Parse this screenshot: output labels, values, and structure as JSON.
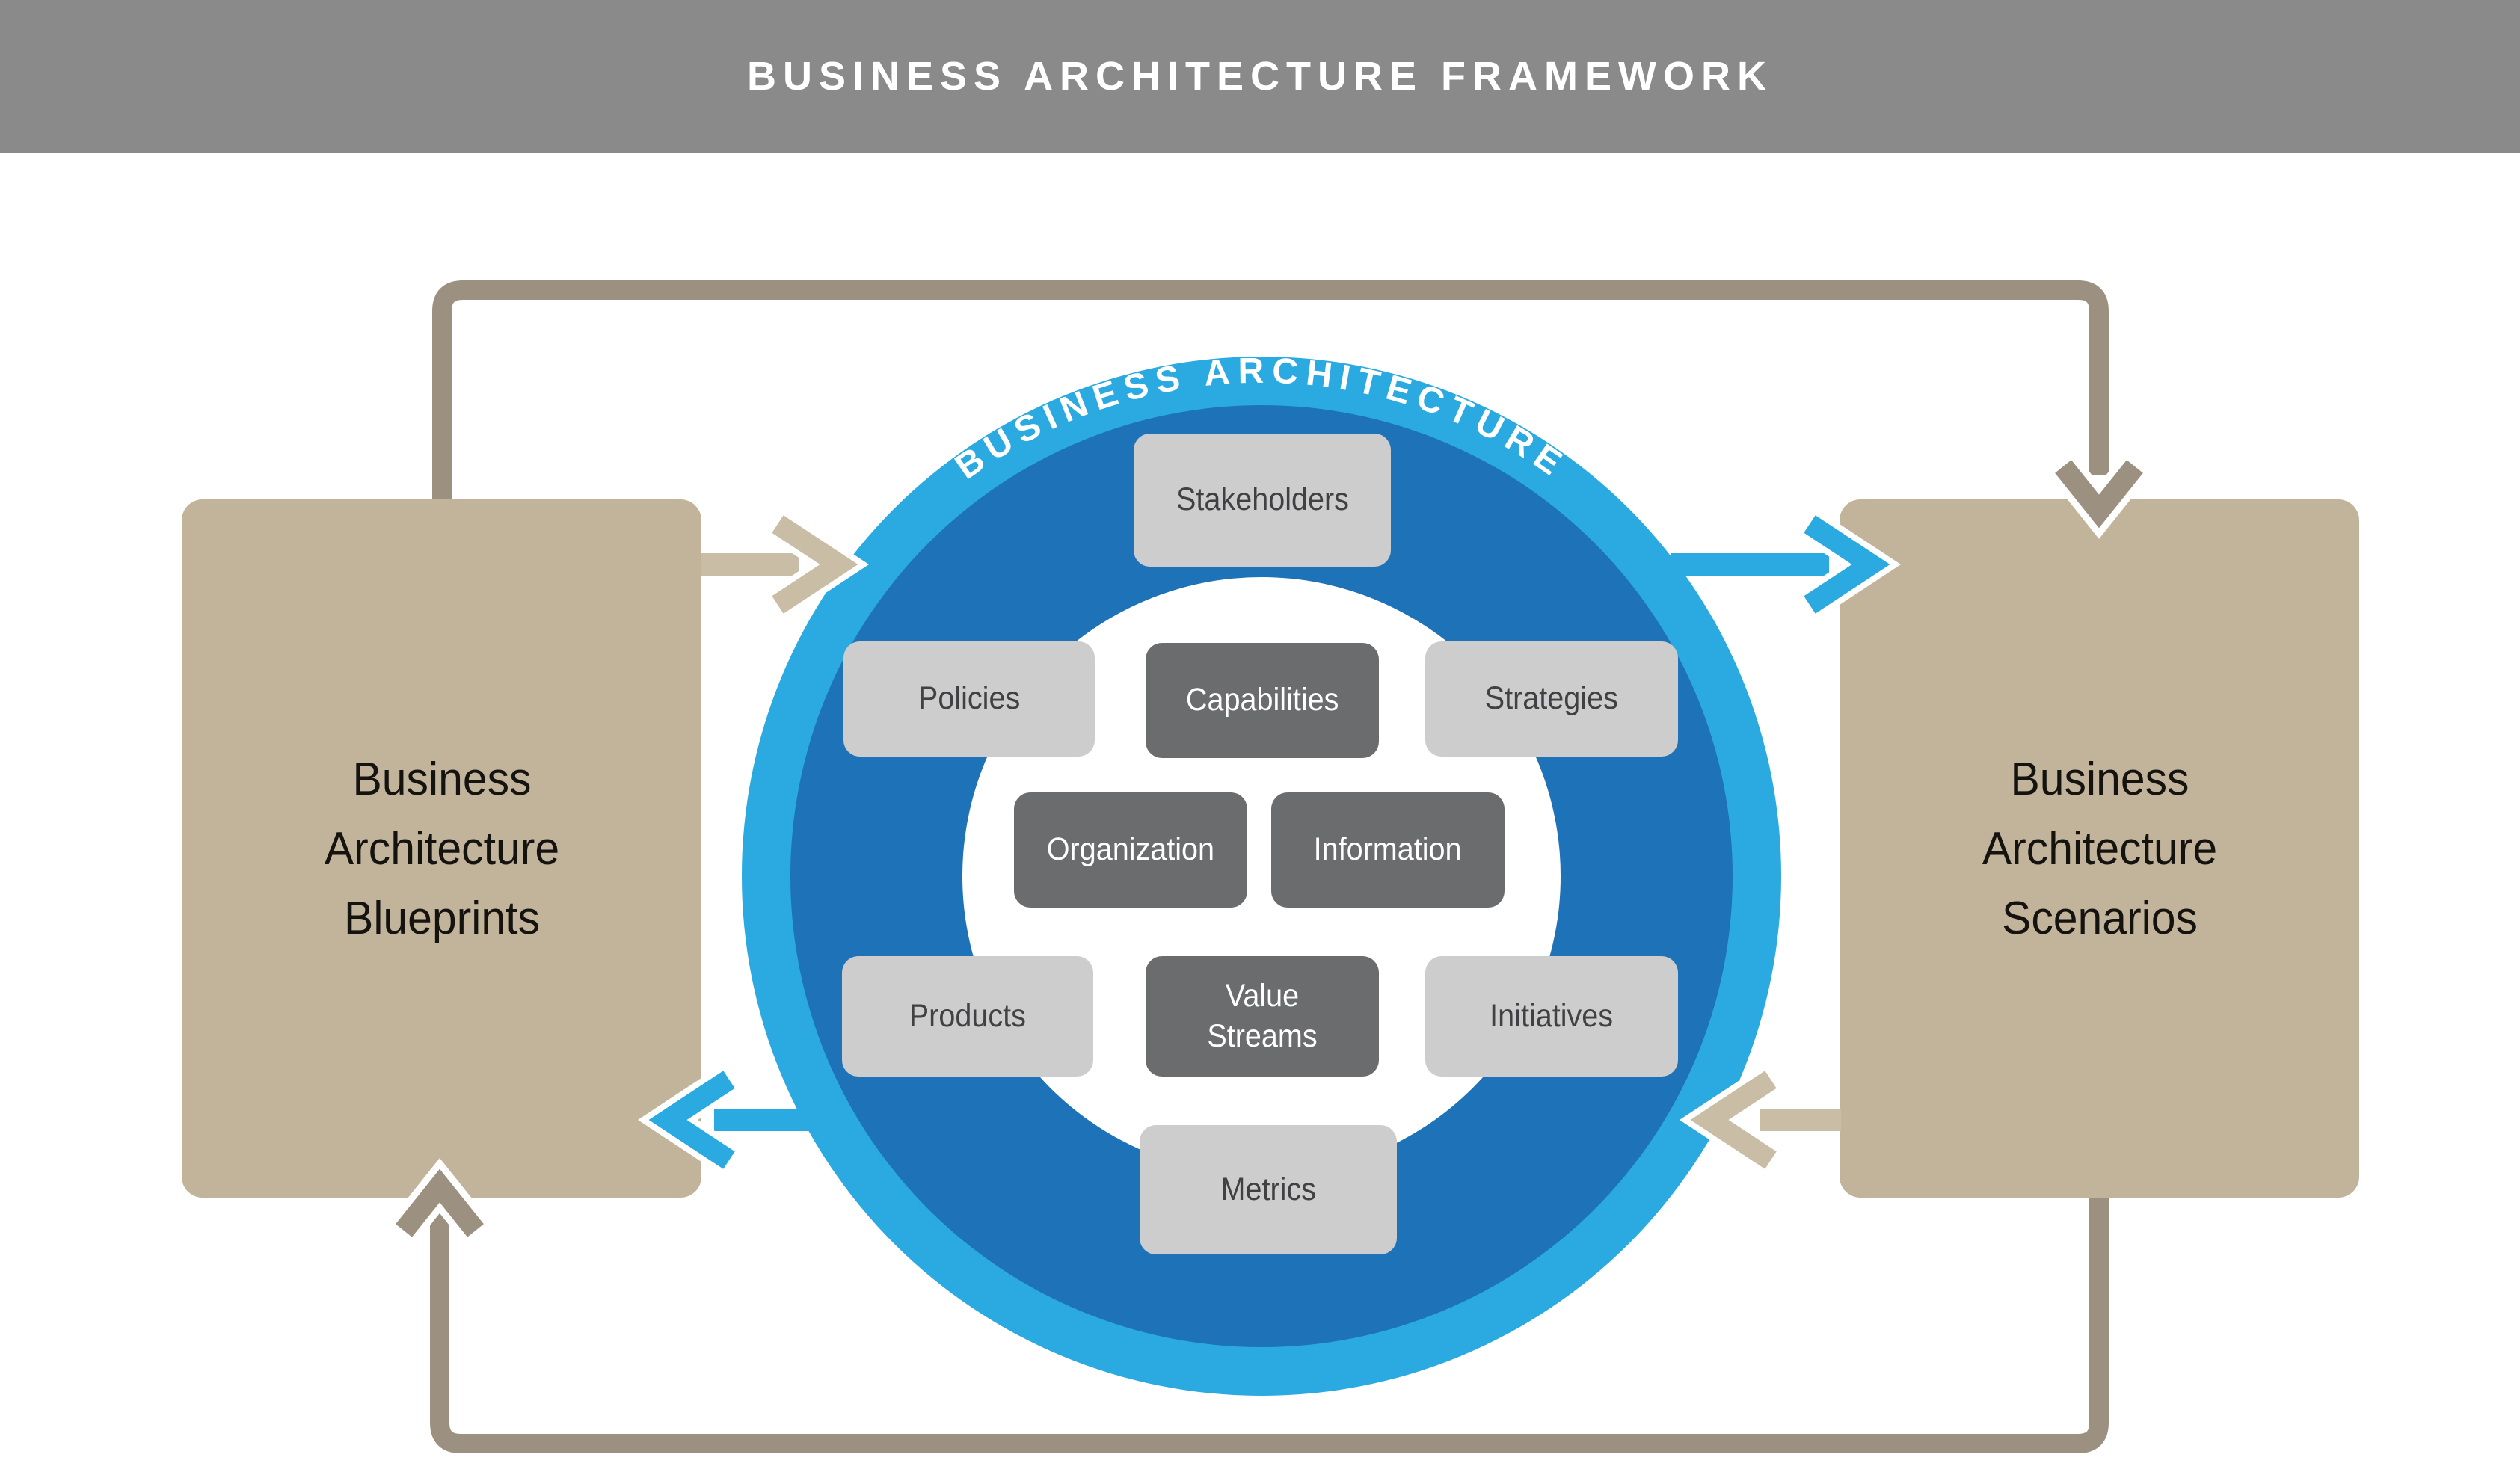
{
  "banner": {
    "title": "BUSINESS ARCHITECTURE FRAMEWORK"
  },
  "diagram": {
    "arc_label": "BUSINESS ARCHITECTURE",
    "left_box": {
      "label": "Business Architecture Blueprints"
    },
    "right_box": {
      "label": "Business Architecture Scenarios"
    },
    "core_elements": [
      {
        "id": "stakeholders",
        "label": "Stakeholders",
        "tone": "light"
      },
      {
        "id": "policies",
        "label": "Policies",
        "tone": "light"
      },
      {
        "id": "capabilities",
        "label": "Capabilities",
        "tone": "dark"
      },
      {
        "id": "strategies",
        "label": "Strategies",
        "tone": "light"
      },
      {
        "id": "organization",
        "label": "Organization",
        "tone": "dark"
      },
      {
        "id": "information",
        "label": "Information",
        "tone": "dark"
      },
      {
        "id": "products",
        "label": "Products",
        "tone": "light"
      },
      {
        "id": "value_streams",
        "label": "Value Streams",
        "tone": "dark"
      },
      {
        "id": "initiatives",
        "label": "Initiatives",
        "tone": "light"
      },
      {
        "id": "metrics",
        "label": "Metrics",
        "tone": "light"
      }
    ],
    "colors": {
      "banner_gray": "#8a8a8a",
      "box_tan": "#c2b39b",
      "arrow_tan": "#cabda5",
      "loop_tan": "#9c9181",
      "ring_blue": "#2aaae1",
      "core_blue": "#1d72b8",
      "inner_white": "#ffffff",
      "light_gray_box": "#cdcdcd",
      "dark_gray_box": "#6b6c6e",
      "box_text_dark": "#414042"
    }
  }
}
